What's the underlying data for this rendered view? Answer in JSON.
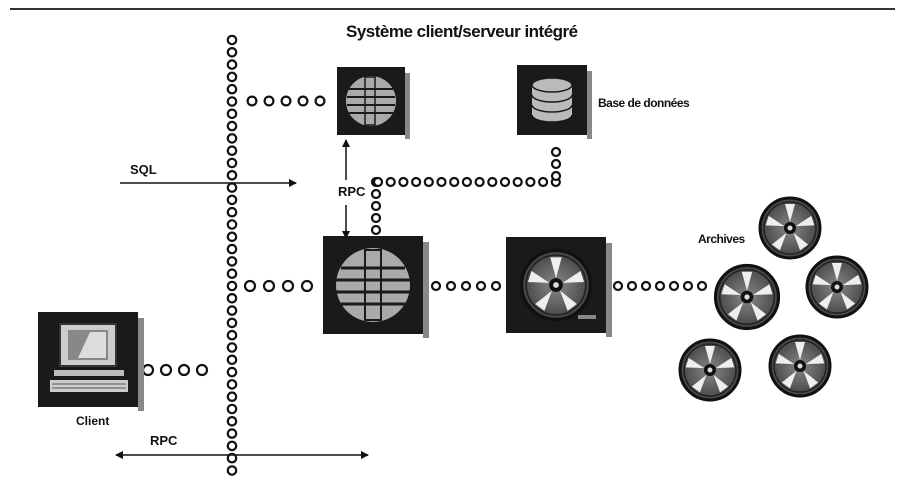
{
  "diagram": {
    "title": "Système client/serveur intégré",
    "labels": {
      "database": "Base de données",
      "sql": "SQL",
      "rpc_vertical": "RPC",
      "archives": "Archives",
      "client": "Client",
      "rpc_bottom": "RPC"
    },
    "icons": {
      "server_top": "server-icon",
      "database": "database-icon",
      "server_main": "server-icon",
      "archive_server": "tape-drive-icon",
      "client": "computer-terminal-icon",
      "archive_reels": "tape-reel-icon"
    },
    "colors": {
      "ink": "#111111",
      "box": "#1a1a1a",
      "paper": "#ffffff"
    }
  }
}
